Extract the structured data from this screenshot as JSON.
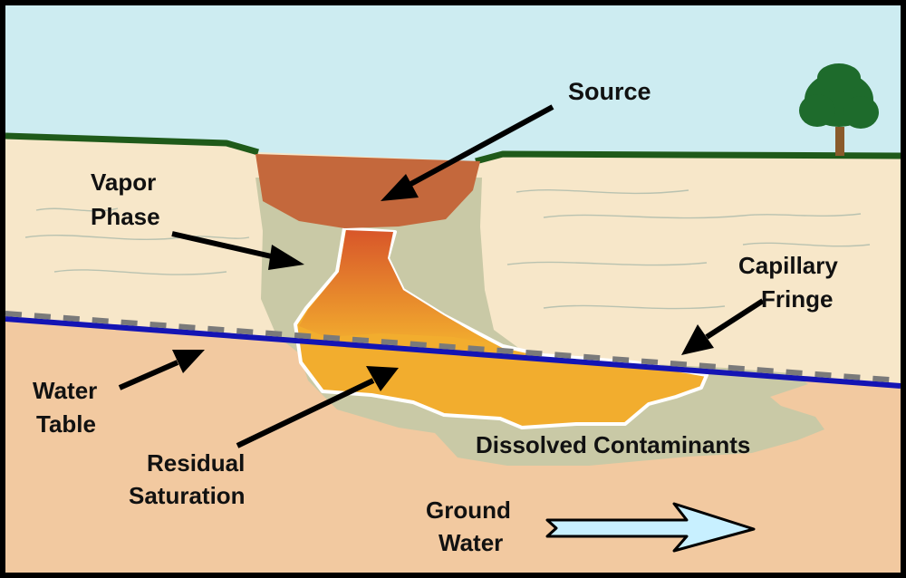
{
  "labels": {
    "source": "Source",
    "vapor_line1": "Vapor",
    "vapor_line2": "Phase",
    "capillary_line1": "Capillary",
    "capillary_line2": "Fringe",
    "water_line1": "Water",
    "water_line2": "Table",
    "residual_line1": "Residual",
    "residual_line2": "Saturation",
    "dissolved": "Dissolved Contaminants",
    "ground_line1": "Ground",
    "ground_line2": "Water"
  },
  "colors": {
    "sky": "#cdecf1",
    "vadose_soil": "#f7e7c9",
    "saturated_soil": "#f2c9a0",
    "ground_surface": "#1f5a1a",
    "water_table": "#1414b4",
    "capillary_dash": "#7a7a7a",
    "source": "#c4683c",
    "vapor_plume": "#c9c9a6",
    "residual": "#f2ad2e",
    "residual_core": "#d96a26",
    "flow_arrow": "#c8f0ff",
    "tree_canopy": "#1e6b2c",
    "tree_trunk": "#8a5a2b",
    "frame": "#000000"
  },
  "icons": {
    "tree": "tree-icon",
    "groundwater_flow": "flow-arrow-icon"
  }
}
